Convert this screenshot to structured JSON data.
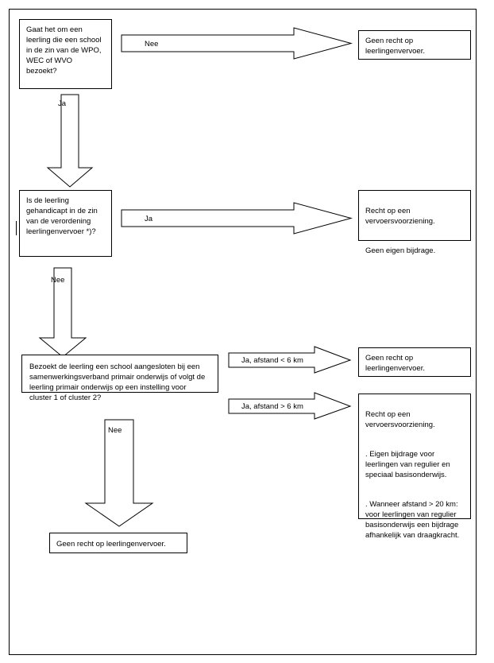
{
  "document": {
    "title": "Stroomschema leerlingenvervoer",
    "border_color": "#000000",
    "background_color": "#ffffff"
  },
  "nodes": {
    "q1": {
      "text": "Gaat het om een leerling die een school in de zin van de WPO, WEC of WVO bezoekt?"
    },
    "q1_no_result": {
      "text": "Geen recht op leerlingenvervoer."
    },
    "q2": {
      "text": "Is de leerling gehandicapt in de zin van de verordening leerlingenvervoer *)?"
    },
    "q2_yes_result": {
      "line1": "Recht op een vervoersvoorziening.",
      "line2": "Geen eigen bijdrage."
    },
    "q3": {
      "text": "Bezoekt de leerling een school aangesloten bij een samenwerkingsverband  primair onderwijs of volgt de leerling primair onderwijs op een instelling voor cluster 1 of cluster 2?"
    },
    "q3_short_result": {
      "text": "Geen recht op leerlingenvervoer."
    },
    "q3_long_result": {
      "line1": "Recht op een vervoersvoorziening.",
      "line2": ". Eigen bijdrage voor leerlingen van regulier en speciaal basisonderwijs.",
      "line3": ". Wanneer afstand > 20 km: voor leerlingen van regulier basisonderwijs een bijdrage afhankelijk van draagkracht."
    },
    "q3_no_result": {
      "text": "Geen recht op leerlingenvervoer."
    }
  },
  "arrows": {
    "q1_no": {
      "label": "Nee",
      "direction": "right"
    },
    "q1_yes": {
      "label": "Ja",
      "direction": "down"
    },
    "q2_yes": {
      "label": "Ja",
      "direction": "right"
    },
    "q2_no": {
      "label": "Nee",
      "direction": "down"
    },
    "q3_short": {
      "label": "Ja,  afstand < 6 km",
      "direction": "right"
    },
    "q3_long": {
      "label": "Ja,  afstand > 6 km",
      "direction": "right"
    },
    "q3_no": {
      "label": "Nee",
      "direction": "down"
    }
  }
}
